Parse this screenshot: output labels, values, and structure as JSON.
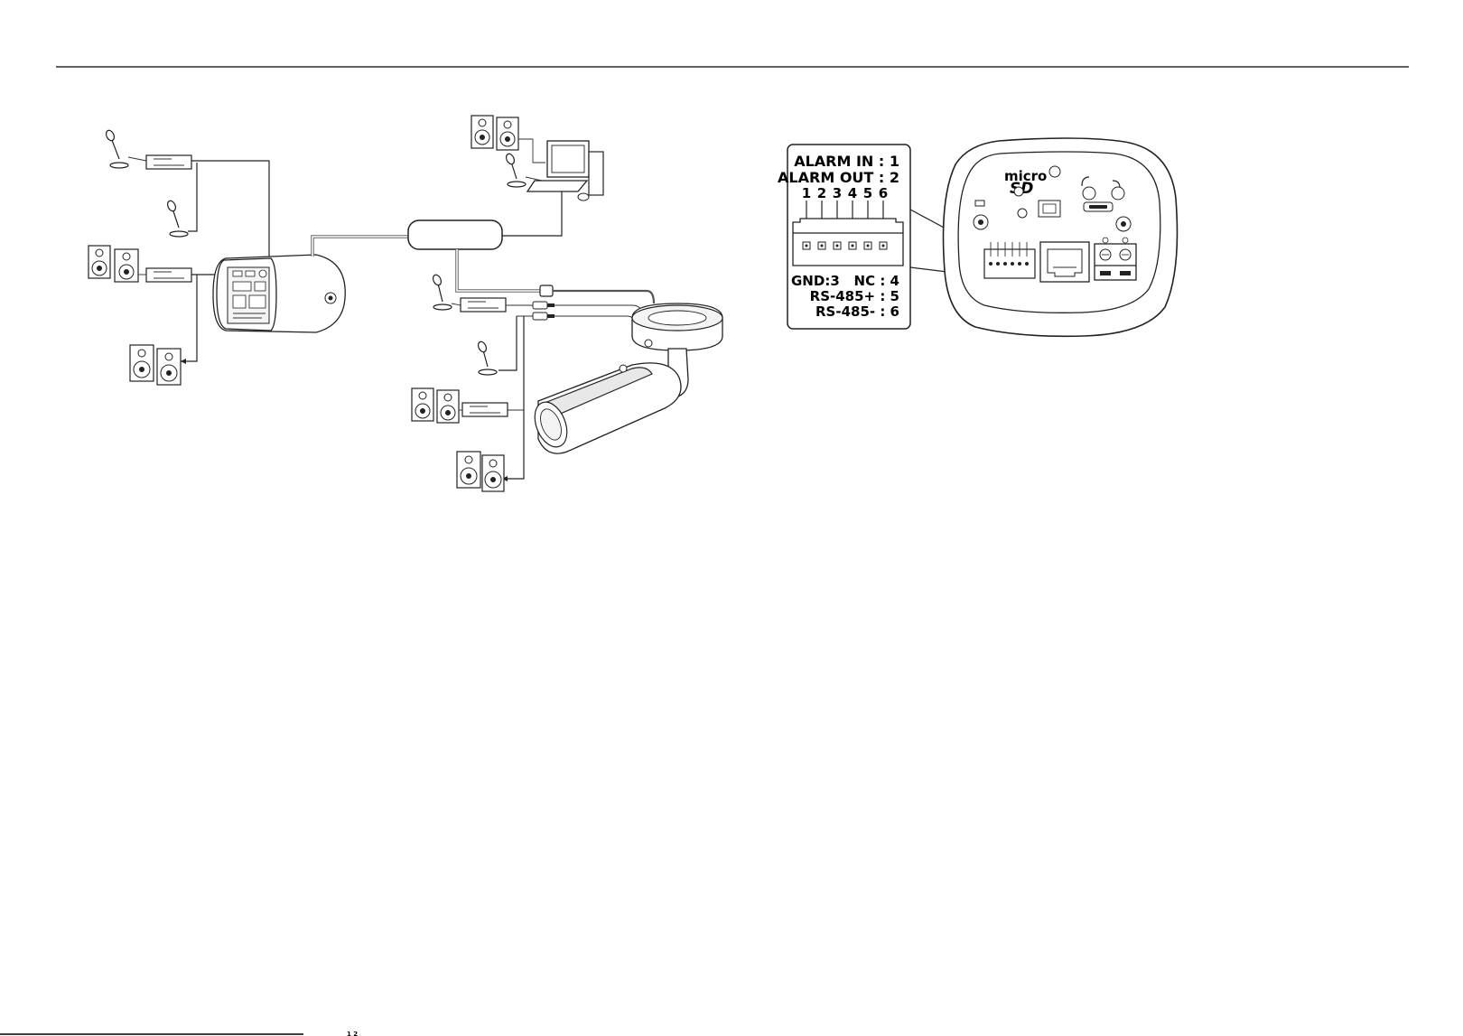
{
  "diagram": {
    "callout": {
      "line1": "ALARM IN : 1",
      "line2": "ALARM OUT : 2",
      "pins": [
        "1",
        "2",
        "3",
        "4",
        "5",
        "6"
      ],
      "line3a": "GND:3",
      "line3b": "NC : 4",
      "line4": "RS-485+ : 5",
      "line5": "RS-485- : 6"
    },
    "camera_panel": {
      "sd_logo_top": "micro",
      "sd_logo_bottom": "SD"
    },
    "footer_text": "1 2"
  }
}
